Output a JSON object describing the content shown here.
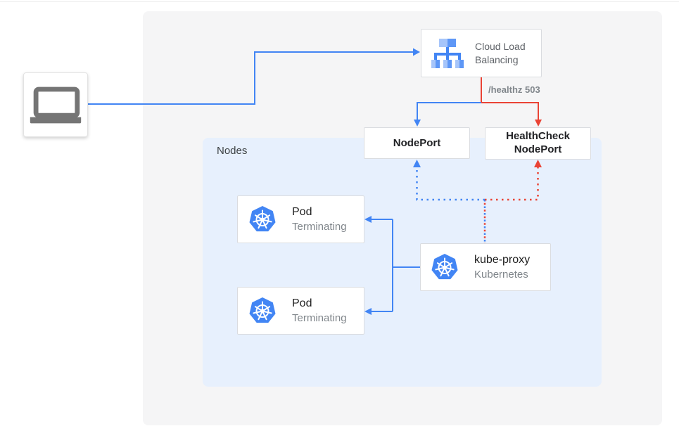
{
  "colors": {
    "flow_blue": "#4285f4",
    "error_red": "#ea4335",
    "panel_gray": "#f5f5f6",
    "panel_blue": "#e7f0fd",
    "box_border": "#dadce0",
    "kubernetes_blue": "#4285f4",
    "icon_gray": "#757575",
    "text_dark": "#202124",
    "text_gray": "#5f6368",
    "text_muted": "#80868b"
  },
  "client": {
    "icon": "laptop-icon"
  },
  "load_balancer": {
    "label": "Cloud Load Balancing",
    "icon": "load-balancer-icon"
  },
  "edge_label": "/healthz 503",
  "node_port": {
    "label": "NodePort"
  },
  "healthcheck_node_port": {
    "label": "HealthCheck NodePort"
  },
  "nodes_panel": {
    "label": "Nodes"
  },
  "kube_proxy": {
    "title": "kube-proxy",
    "subtitle": "Kubernetes",
    "icon": "kubernetes-icon"
  },
  "pods": [
    {
      "title": "Pod",
      "subtitle": "Terminating",
      "icon": "kubernetes-icon"
    },
    {
      "title": "Pod",
      "subtitle": "Terminating",
      "icon": "kubernetes-icon"
    }
  ]
}
